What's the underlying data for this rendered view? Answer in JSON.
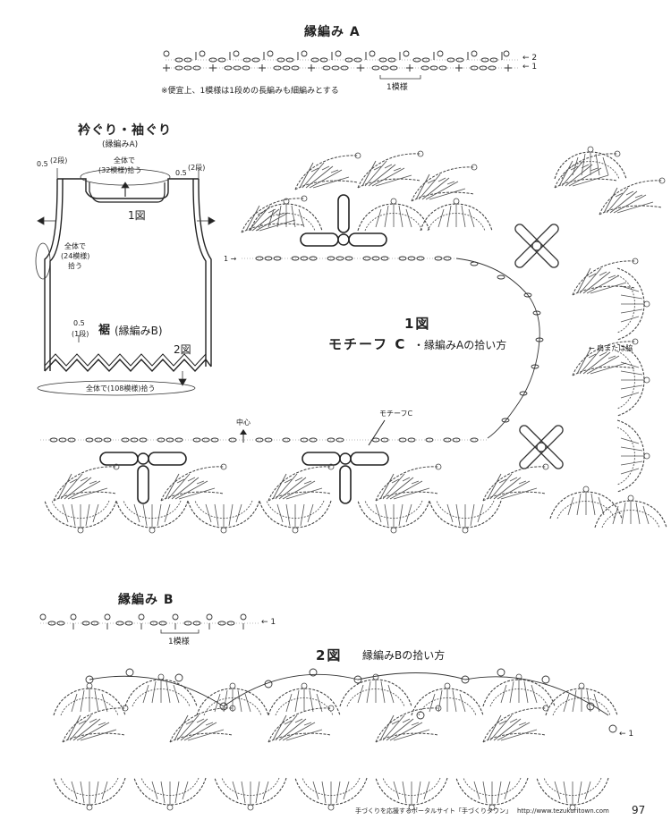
{
  "edging_a": {
    "title": "縁編み A",
    "row2": "← 2",
    "row1": "← 1",
    "repeat": "1模様",
    "note": "※便宜上、1模様は1段めの長編みも細編みとする"
  },
  "neck": {
    "title": "衿ぐり・袖ぐり",
    "subtitle": "(縁編みA)",
    "rows_left_num": "0.5",
    "rows_left_unit": "(2段)",
    "rows_right_num": "0.5",
    "rows_right_unit": "(2段)",
    "pick_top_1": "全体で",
    "pick_top_2": "(32模様)拾う",
    "fig1_label": "1図",
    "pick_side_1": "全体で",
    "pick_side_2": "(24模様)",
    "pick_side_3": "拾う"
  },
  "hem": {
    "rows_num": "0.5",
    "rows_unit": "(1段)",
    "label": "裾",
    "sublabel": "(縁編みB)",
    "fig2_label": "2図",
    "pick": "全体で(108模様)拾う"
  },
  "figure1": {
    "title": "1図",
    "subtitle_main": "モチーフ C",
    "subtitle_rest": "・縁編みAの拾い方",
    "row1": "1 →",
    "side_label": "← 肩または脇",
    "center": "中心",
    "motif_label": "モチーフC"
  },
  "edging_b": {
    "title": "縁編み B",
    "row1": "← 1",
    "repeat": "1模様"
  },
  "figure2": {
    "title": "2図",
    "subtitle": "縁編みBの拾い方",
    "row1": "← 1"
  },
  "footer": {
    "text": "手づくりを応援するポータルサイト「手づくりタウン」",
    "url": "http://www.tezukuritown.com",
    "page": "97"
  }
}
